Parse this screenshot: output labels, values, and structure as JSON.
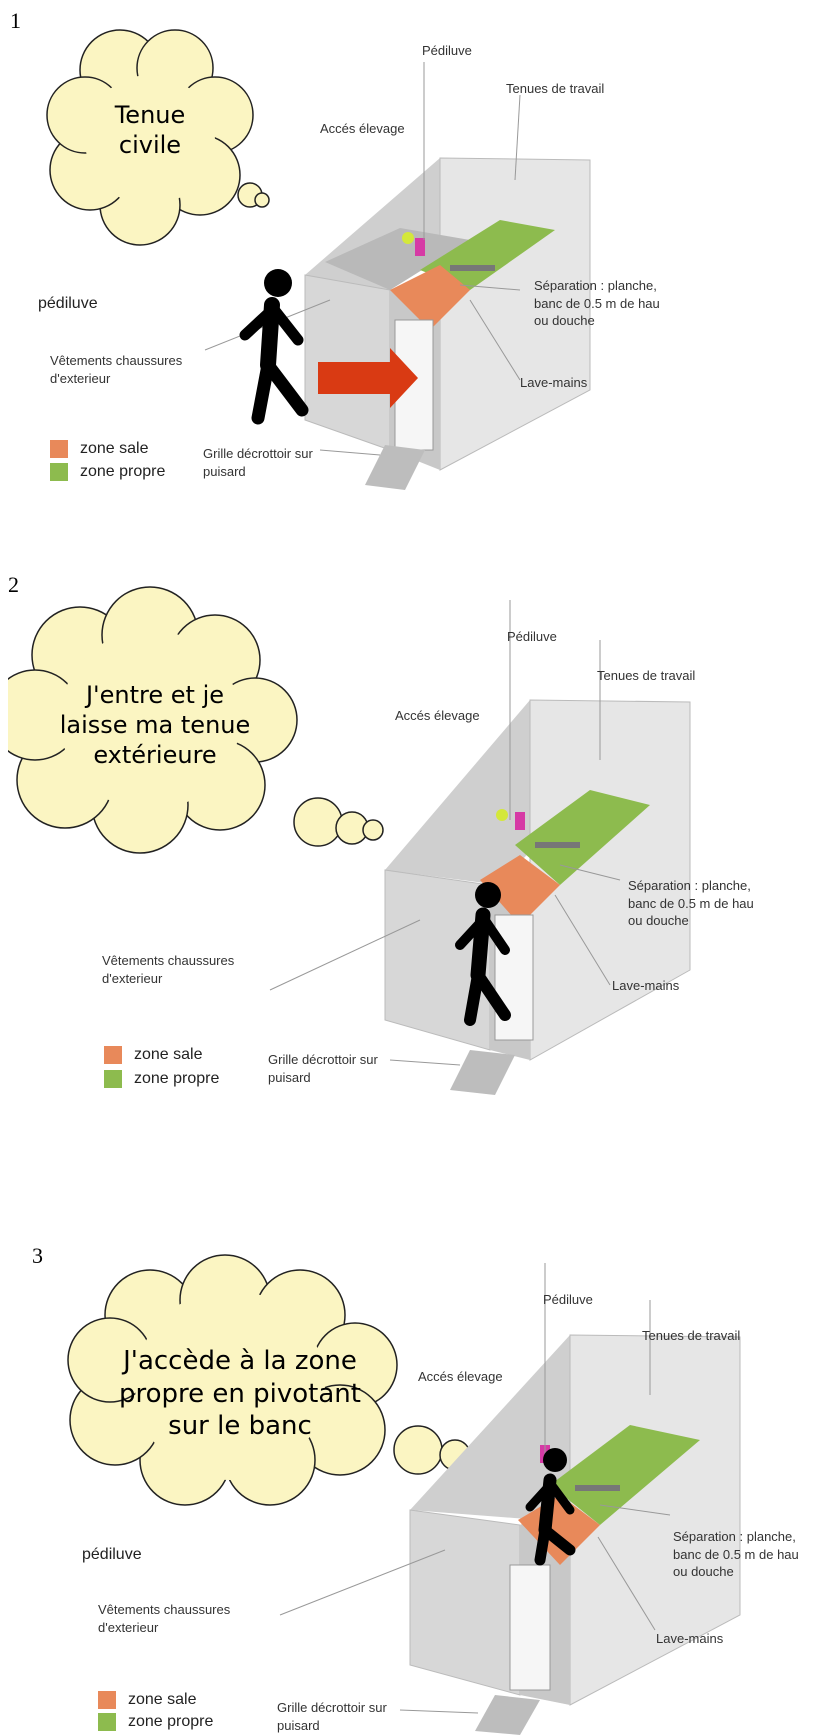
{
  "colors": {
    "zone_sale": "#E8895A",
    "zone_propre": "#8DBB4E",
    "cloud_fill": "#FBF5C2",
    "arrow": "#D93A13",
    "pediluve": "#D63AA5"
  },
  "panels": [
    {
      "number": "1",
      "cloud_text": "Tenue\ncivile",
      "labels": {
        "pediluve_top": "Pédiluve",
        "tenues": "Tenues de travail",
        "acces": "Accés élevage",
        "pediluve_left": "pédiluve",
        "separation": "Séparation : planche,\nbanc de 0.5 m de hau\nou douche",
        "vetements": "Vêtements chaussures\nd'exterieur",
        "lave_mains": "Lave-mains",
        "grille": "Grille décrottoir sur\npuisard"
      },
      "legend": {
        "sale": "zone sale",
        "propre": "zone propre"
      }
    },
    {
      "number": "2",
      "cloud_text": "J'entre et je\nlaisse ma tenue\nextérieure",
      "labels": {
        "pediluve_top": "Pédiluve",
        "tenues": "Tenues de travail",
        "acces": "Accés élevage",
        "separation": "Séparation : planche,\nbanc de 0.5 m de hau\nou douche",
        "vetements": "Vêtements chaussures\nd'exterieur",
        "lave_mains": "Lave-mains",
        "grille": "Grille décrottoir sur\npuisard"
      },
      "legend": {
        "sale": "zone sale",
        "propre": "zone propre"
      }
    },
    {
      "number": "3",
      "cloud_text": "J'accède à la zone\npropre en pivotant\nsur le banc",
      "labels": {
        "pediluve_top": "Pédiluve",
        "tenues": "Tenues de travail",
        "acces": "Accés élevage",
        "pediluve_left": "pédiluve",
        "separation": "Séparation : planche,\nbanc de 0.5 m de hau\nou douche",
        "vetements": "Vêtements chaussures\nd'exterieur",
        "lave_mains": "Lave-mains",
        "grille": "Grille décrottoir sur\npuisard"
      },
      "legend": {
        "sale": "zone sale",
        "propre": "zone propre"
      }
    }
  ]
}
